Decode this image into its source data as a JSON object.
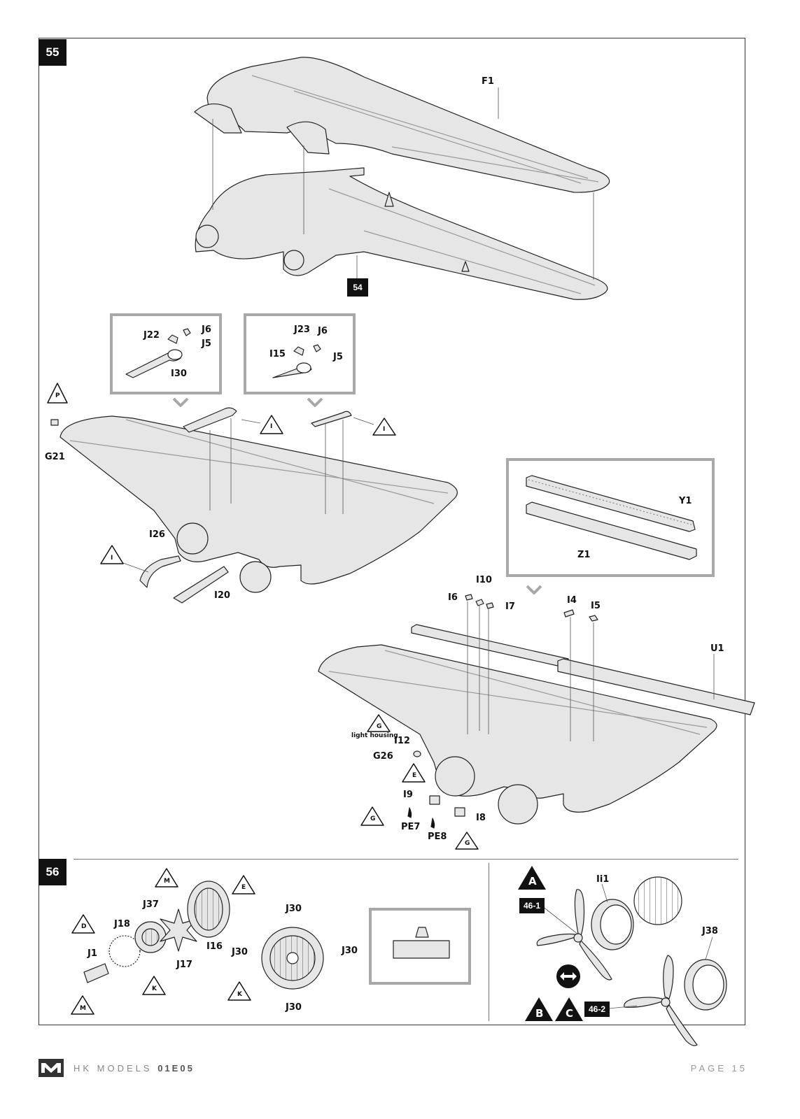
{
  "steps": {
    "s55": "55",
    "s56": "56"
  },
  "refs": {
    "r54": "54",
    "r461": "46-1",
    "r462": "46-2"
  },
  "labels": {
    "F1": "F1",
    "J22": "J22",
    "J6a": "J6",
    "J5a": "J5",
    "J30a": "I30",
    "J23": "J23",
    "J6b": "J6",
    "I15": "I15",
    "J5b": "J5",
    "P": "P",
    "G21": "G21",
    "Ia": "I",
    "Ib": "I",
    "Ic": "I",
    "I26": "I26",
    "I20": "I20",
    "Y1": "Y1",
    "Z1": "Z1",
    "I10": "I10",
    "I6": "I6",
    "I7": "I7",
    "I4": "I4",
    "I5": "I5",
    "U1": "U1",
    "Gtri1": "G",
    "light_housing": "light housing",
    "I12": "I12",
    "G26": "G26",
    "E": "E",
    "I9": "I9",
    "Gtri2": "G",
    "PE7": "PE7",
    "I8": "I8",
    "PE8": "PE8",
    "Gtri3": "G",
    "M1": "M",
    "E2": "E",
    "J37": "J37",
    "D": "D",
    "J18": "J18",
    "J1": "J1",
    "I16": "I16",
    "J17": "J17",
    "K1": "K",
    "M2": "M",
    "J30t": "J30",
    "J30l": "J30",
    "J30r": "J30",
    "J30b": "J30",
    "K2": "K",
    "A": "A",
    "Ii1": "Ii1",
    "J38": "J38",
    "B": "B",
    "C": "C"
  },
  "footer": {
    "brand": "HK MODELS",
    "code": "01E05",
    "page": "PAGE 15"
  },
  "colors": {
    "part_fill": "#e6e6e6",
    "line": "#222222",
    "inset_border": "#a8a8a8",
    "badge": "#111111"
  }
}
